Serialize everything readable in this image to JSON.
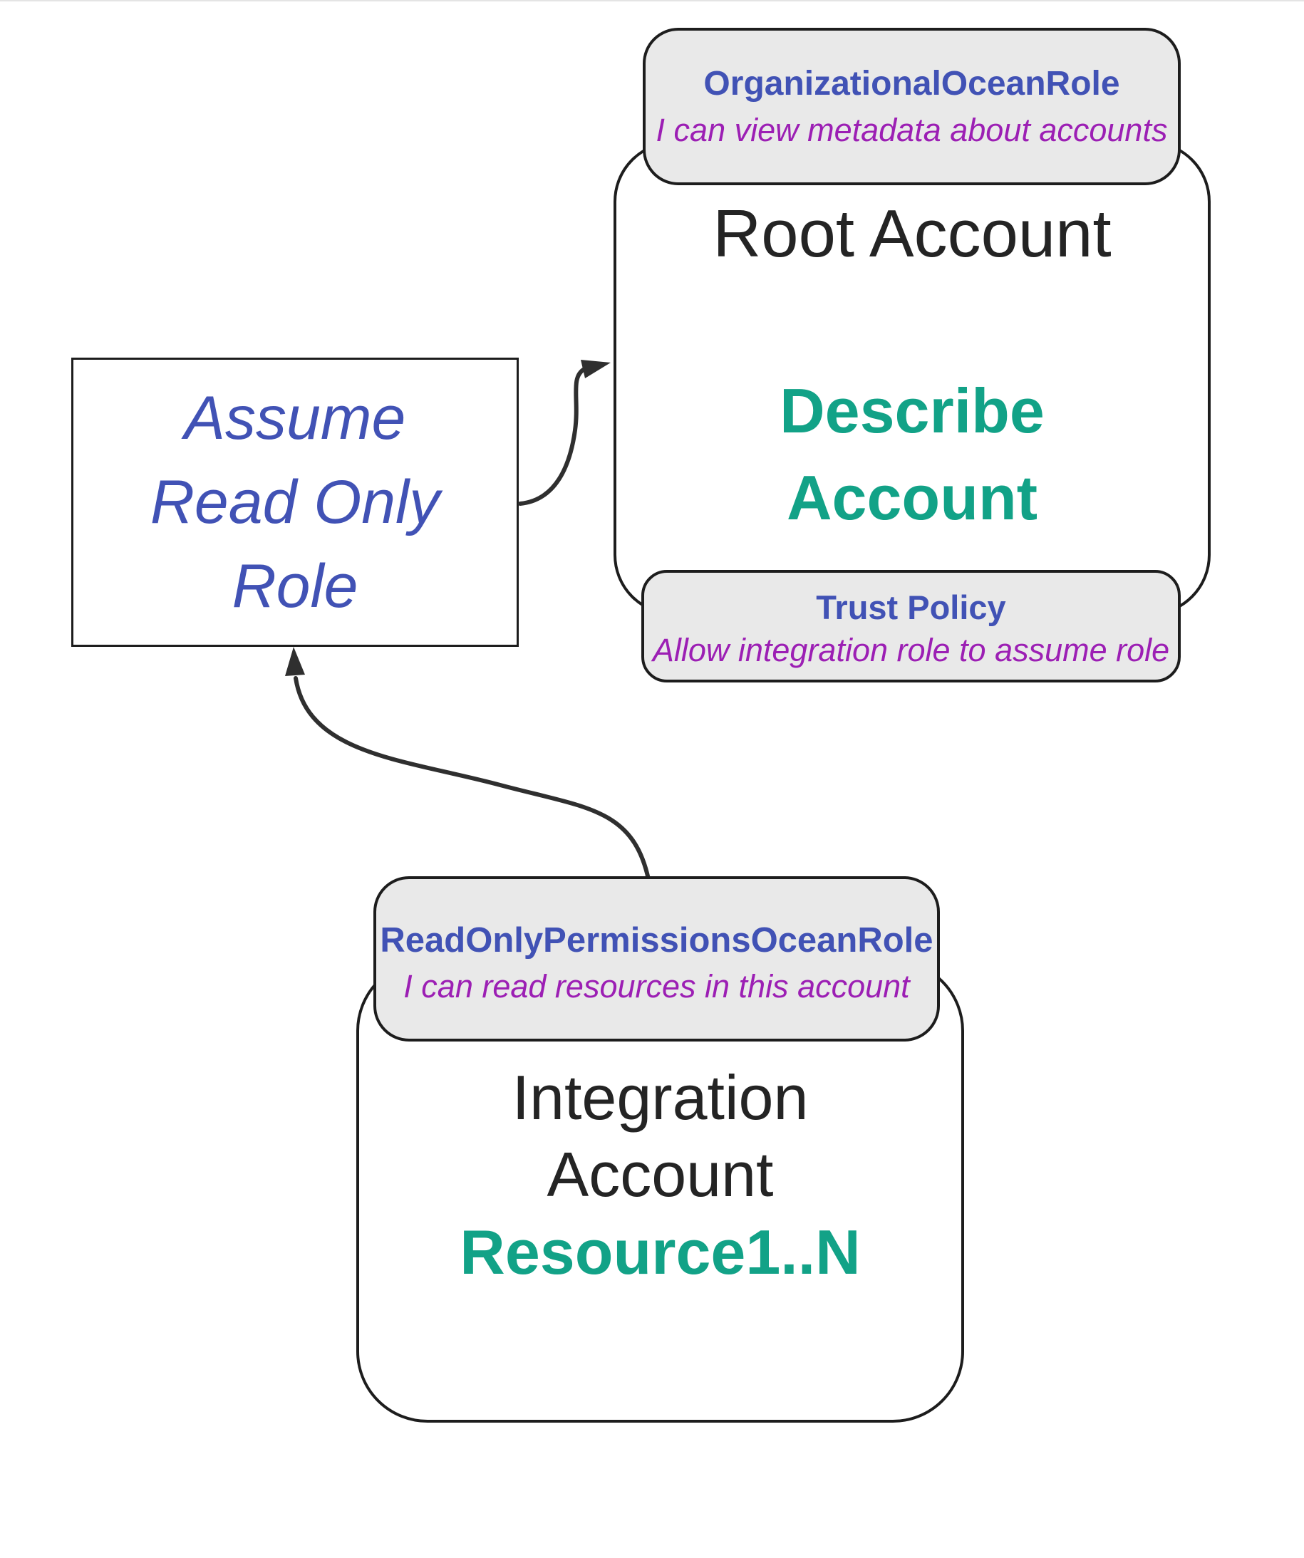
{
  "diagram": {
    "assume_role_box": {
      "lines": [
        "Assume",
        "Read Only",
        "Role"
      ]
    },
    "root_account": {
      "role_badge": {
        "title": "OrganizationalOceanRole",
        "subtitle": "I can view metadata about accounts"
      },
      "title": "Root Account",
      "action_lines": [
        "Describe",
        "Account"
      ],
      "trust_badge": {
        "title": "Trust Policy",
        "subtitle": "Allow integration role to assume role"
      }
    },
    "integration_account": {
      "role_badge": {
        "title": "ReadOnlyPermissionsOceanRole",
        "subtitle": "I can read resources in this account"
      },
      "title_lines": [
        "Integration",
        "Account"
      ],
      "resources": "Resource1..N"
    },
    "arrows": [
      {
        "name": "assume-to-root"
      },
      {
        "name": "integration-to-assume"
      }
    ],
    "colors": {
      "role_name_blue": "#4152b5",
      "policy_purple": "#9c1fb4",
      "action_teal": "#12a287",
      "ink": "#242424",
      "border": "#1d1d1d",
      "badge_fill": "#e9e9e9",
      "arrow": "#2f2f2f",
      "background": "#ffffff"
    }
  }
}
